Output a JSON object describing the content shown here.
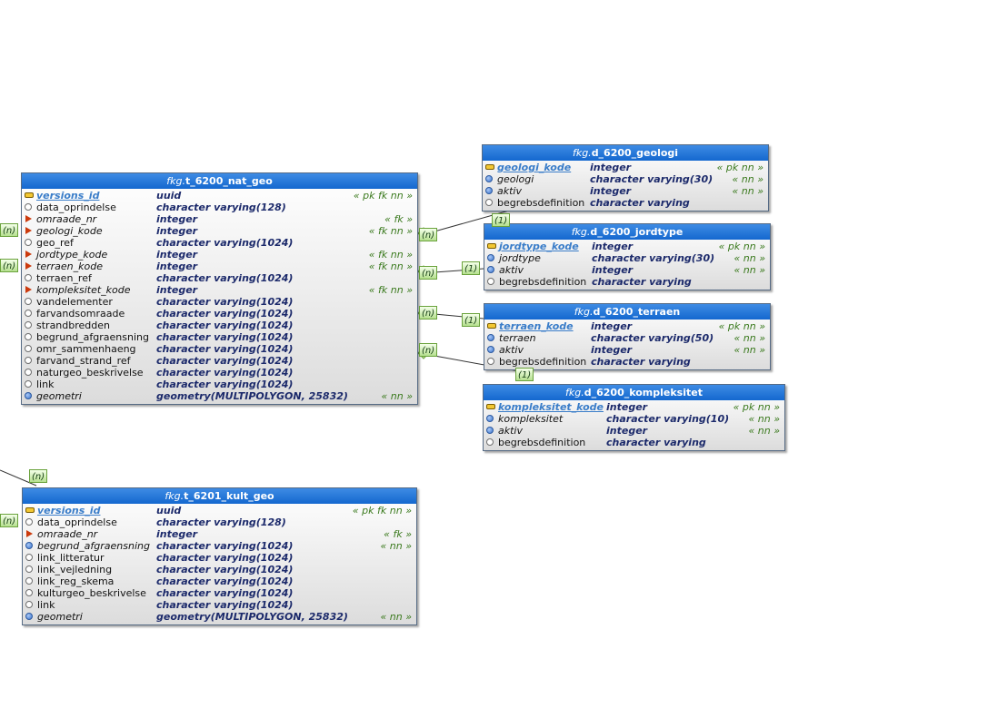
{
  "tables": [
    {
      "schema": "fkg.",
      "name": "t_6200_nat_geo",
      "rows": [
        {
          "icon": "pk",
          "name": "versions_id",
          "style": "key",
          "type": "uuid",
          "flags": "« pk fk nn »"
        },
        {
          "icon": "circle",
          "name": "data_oprindelse",
          "style": "",
          "type": "character varying(128)",
          "flags": ""
        },
        {
          "icon": "fk",
          "name": "omraade_nr",
          "style": "it",
          "type": "integer",
          "flags": "« fk »"
        },
        {
          "icon": "fk",
          "name": "geologi_kode",
          "style": "it",
          "type": "integer",
          "flags": "« fk nn »"
        },
        {
          "icon": "circle",
          "name": "geo_ref",
          "style": "",
          "type": "character varying(1024)",
          "flags": ""
        },
        {
          "icon": "fk",
          "name": "jordtype_kode",
          "style": "it",
          "type": "integer",
          "flags": "« fk nn »"
        },
        {
          "icon": "fk",
          "name": "terraen_kode",
          "style": "it",
          "type": "integer",
          "flags": "« fk nn »"
        },
        {
          "icon": "circle",
          "name": "terraen_ref",
          "style": "",
          "type": "character varying(1024)",
          "flags": ""
        },
        {
          "icon": "fk",
          "name": "kompleksitet_kode",
          "style": "it",
          "type": "integer",
          "flags": "« fk nn »"
        },
        {
          "icon": "circle",
          "name": "vandelementer",
          "style": "",
          "type": "character varying(1024)",
          "flags": ""
        },
        {
          "icon": "circle",
          "name": "farvandsomraade",
          "style": "",
          "type": "character varying(1024)",
          "flags": ""
        },
        {
          "icon": "circle",
          "name": "strandbredden",
          "style": "",
          "type": "character varying(1024)",
          "flags": ""
        },
        {
          "icon": "circle",
          "name": "begrund_afgraensning",
          "style": "",
          "type": "character varying(1024)",
          "flags": ""
        },
        {
          "icon": "circle",
          "name": "omr_sammenhaeng",
          "style": "",
          "type": "character varying(1024)",
          "flags": ""
        },
        {
          "icon": "circle",
          "name": "farvand_strand_ref",
          "style": "",
          "type": "character varying(1024)",
          "flags": ""
        },
        {
          "icon": "circle",
          "name": "naturgeo_beskrivelse",
          "style": "",
          "type": "character varying(1024)",
          "flags": ""
        },
        {
          "icon": "circle",
          "name": "link",
          "style": "",
          "type": "character varying(1024)",
          "flags": ""
        },
        {
          "icon": "nn",
          "name": "geometri",
          "style": "it",
          "type": "geometry(MULTIPOLYGON, 25832)",
          "flags": "« nn »"
        }
      ]
    },
    {
      "schema": "fkg.",
      "name": "t_6201_kult_geo",
      "rows": [
        {
          "icon": "pk",
          "name": "versions_id",
          "style": "key",
          "type": "uuid",
          "flags": "« pk fk nn »"
        },
        {
          "icon": "circle",
          "name": "data_oprindelse",
          "style": "",
          "type": "character varying(128)",
          "flags": ""
        },
        {
          "icon": "fk",
          "name": "omraade_nr",
          "style": "it",
          "type": "integer",
          "flags": "« fk »"
        },
        {
          "icon": "nn",
          "name": "begrund_afgraensning",
          "style": "it",
          "type": "character varying(1024)",
          "flags": "« nn »"
        },
        {
          "icon": "circle",
          "name": "link_litteratur",
          "style": "",
          "type": "character varying(1024)",
          "flags": ""
        },
        {
          "icon": "circle",
          "name": "link_vejledning",
          "style": "",
          "type": "character varying(1024)",
          "flags": ""
        },
        {
          "icon": "circle",
          "name": "link_reg_skema",
          "style": "",
          "type": "character varying(1024)",
          "flags": ""
        },
        {
          "icon": "circle",
          "name": "kulturgeo_beskrivelse",
          "style": "",
          "type": "character varying(1024)",
          "flags": ""
        },
        {
          "icon": "circle",
          "name": "link",
          "style": "",
          "type": "character varying(1024)",
          "flags": ""
        },
        {
          "icon": "nn",
          "name": "geometri",
          "style": "it",
          "type": "geometry(MULTIPOLYGON, 25832)",
          "flags": "« nn »"
        }
      ]
    },
    {
      "schema": "fkg.",
      "name": "d_6200_geologi",
      "rows": [
        {
          "icon": "pk",
          "name": "geologi_kode",
          "style": "key",
          "type": "integer",
          "flags": "« pk nn »"
        },
        {
          "icon": "nn",
          "name": "geologi",
          "style": "it",
          "type": "character varying(30)",
          "flags": "« nn »"
        },
        {
          "icon": "nn",
          "name": "aktiv",
          "style": "it",
          "type": "integer",
          "flags": "« nn »"
        },
        {
          "icon": "circle",
          "name": "begrebsdefinition",
          "style": "",
          "type": "character varying",
          "flags": ""
        }
      ]
    },
    {
      "schema": "fkg.",
      "name": "d_6200_jordtype",
      "rows": [
        {
          "icon": "pk",
          "name": "jordtype_kode",
          "style": "key",
          "type": "integer",
          "flags": "« pk nn »"
        },
        {
          "icon": "nn",
          "name": "jordtype",
          "style": "it",
          "type": "character varying(30)",
          "flags": "« nn »"
        },
        {
          "icon": "nn",
          "name": "aktiv",
          "style": "it",
          "type": "integer",
          "flags": "« nn »"
        },
        {
          "icon": "circle",
          "name": "begrebsdefinition",
          "style": "",
          "type": "character varying",
          "flags": ""
        }
      ]
    },
    {
      "schema": "fkg.",
      "name": "d_6200_terraen",
      "rows": [
        {
          "icon": "pk",
          "name": "terraen_kode",
          "style": "key",
          "type": "integer",
          "flags": "« pk nn »"
        },
        {
          "icon": "nn",
          "name": "terraen",
          "style": "it",
          "type": "character varying(50)",
          "flags": "« nn »"
        },
        {
          "icon": "nn",
          "name": "aktiv",
          "style": "it",
          "type": "integer",
          "flags": "« nn »"
        },
        {
          "icon": "circle",
          "name": "begrebsdefinition",
          "style": "",
          "type": "character varying",
          "flags": ""
        }
      ]
    },
    {
      "schema": "fkg.",
      "name": "d_6200_kompleksitet",
      "rows": [
        {
          "icon": "pk",
          "name": "kompleksitet_kode",
          "style": "key",
          "type": "integer",
          "flags": "« pk nn »"
        },
        {
          "icon": "nn",
          "name": "kompleksitet",
          "style": "it",
          "type": "character varying(10)",
          "flags": "« nn »"
        },
        {
          "icon": "nn",
          "name": "aktiv",
          "style": "it",
          "type": "integer",
          "flags": "« nn »"
        },
        {
          "icon": "circle",
          "name": "begrebsdefinition",
          "style": "",
          "type": "character varying",
          "flags": ""
        }
      ]
    }
  ],
  "cardinality": {
    "many": "(n)",
    "one": "(1)"
  }
}
